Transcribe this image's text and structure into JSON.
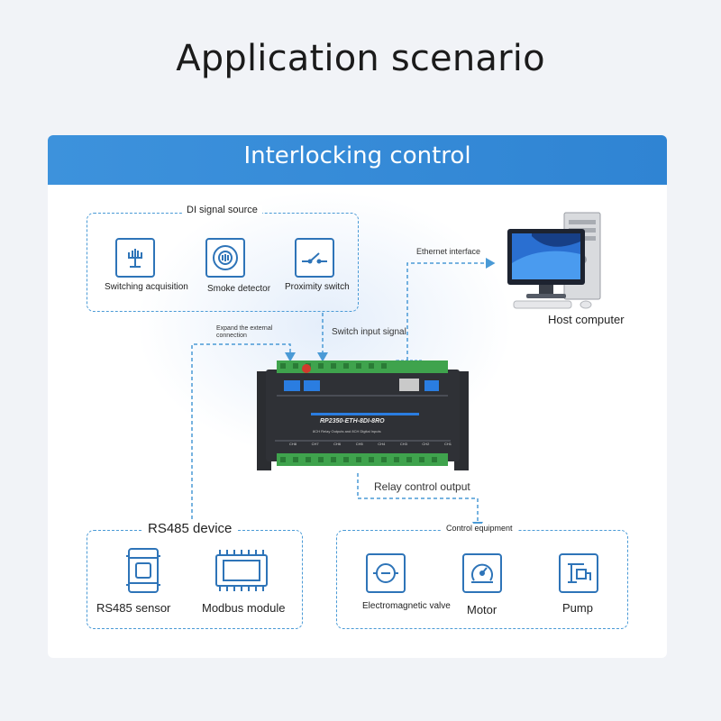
{
  "title": "Application scenario",
  "header": "Interlocking control",
  "di_box": {
    "title": "DI signal source",
    "items": [
      {
        "label": "Switching acquisition",
        "icon": "switching-acquisition-icon"
      },
      {
        "label": "Smoke detector",
        "icon": "smoke-detector-icon"
      },
      {
        "label": "Proximity switch",
        "icon": "proximity-switch-icon"
      }
    ]
  },
  "host": {
    "label": "Host computer",
    "link_label": "Ethernet interface"
  },
  "connections": {
    "expand_line1": "Expand the external",
    "expand_line2": "connection",
    "switch_input": "Switch input signal",
    "relay_output": "Relay control output"
  },
  "device": {
    "model": "RP2350-ETH-8DI-8RO",
    "subtitle": "8CH Relay Outputs and 8CH Digital Inputs",
    "channels": [
      "CH8",
      "CH7",
      "CH6",
      "CH5",
      "CH4",
      "CH3",
      "CH2",
      "CH1"
    ]
  },
  "rs485_box": {
    "title": "RS485 device",
    "items": [
      {
        "label": "RS485 sensor",
        "icon": "rs485-sensor-icon"
      },
      {
        "label": "Modbus module",
        "icon": "modbus-module-icon"
      }
    ]
  },
  "control_box": {
    "title": "Control equipment",
    "items": [
      {
        "label": "Electromagnetic valve",
        "icon": "electromagnetic-valve-icon"
      },
      {
        "label": "Motor",
        "icon": "motor-icon"
      },
      {
        "label": "Pump",
        "icon": "pump-icon"
      }
    ]
  },
  "colors": {
    "accent": "#2f84d3",
    "dash": "#4a9ad6",
    "icon_stroke": "#2e74b8"
  }
}
